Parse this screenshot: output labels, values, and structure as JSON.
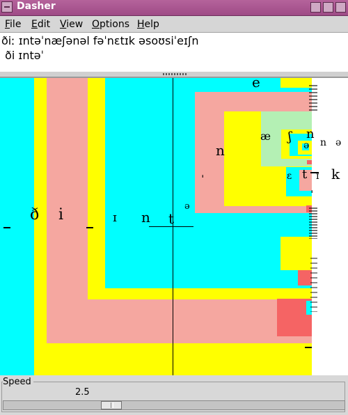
{
  "window": {
    "title": "Dasher"
  },
  "menubar": {
    "file": {
      "mnemonic": "F",
      "rest": "ile"
    },
    "edit": {
      "mnemonic": "E",
      "rest": "dit"
    },
    "view": {
      "mnemonic": "V",
      "rest": "iew"
    },
    "options": {
      "mnemonic": "O",
      "rest": "ptions"
    },
    "help": {
      "mnemonic": "H",
      "rest": "elp"
    }
  },
  "text_output": {
    "line1": "ðiː ɪntəˈnæʃənəl fəˈnɛtɪk əsoʊsiˈeɪʃn",
    "line2": " ði ɪntəˈ"
  },
  "canvas": {
    "glyphs": {
      "g1": "ð",
      "g2": "i",
      "g3": "ɪ",
      "g4": "n",
      "g5": "t",
      "g6": "ə",
      "g7": "e",
      "g8": "n",
      "g9": "ˌ",
      "g10": "æ",
      "g11": "ʃ",
      "g12": "n",
      "g13": "ə",
      "g14": "n",
      "g15": "ə",
      "g16": "ɛ",
      "g17": "t",
      "g18": "ɪ",
      "g19": "k",
      "g20": "ˌ"
    },
    "colors": {
      "cyan": "#00ffff",
      "yellow": "#ffff00",
      "pink": "#f5a7a0",
      "green": "#b4f0b4",
      "red": "#f56464"
    }
  },
  "speed": {
    "label": "Speed",
    "value": "2.5",
    "level": 2.5
  }
}
